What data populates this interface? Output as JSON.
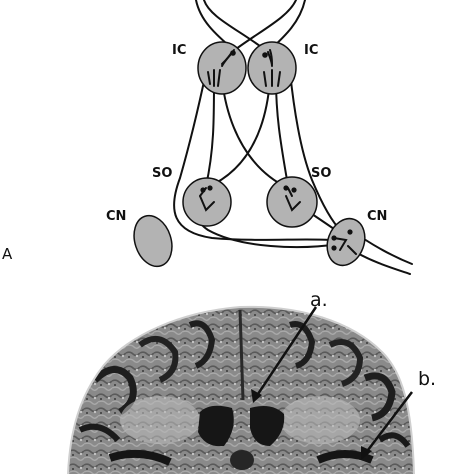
{
  "panel_a_label": "A",
  "nuclei": {
    "ic_left": "IC",
    "ic_right": "IC",
    "so_left": "SO",
    "so_right": "SO",
    "cn_left": "CN",
    "cn_right": "CN"
  },
  "arrows": {
    "a_label": "a.",
    "b_label": "b."
  },
  "colors": {
    "nucleus_fill": "#b3b3b3",
    "line": "#111111",
    "mri_dark": "#1c1c1c",
    "mri_gray": "#7d7d7d",
    "mri_light": "#c9c9c9"
  }
}
